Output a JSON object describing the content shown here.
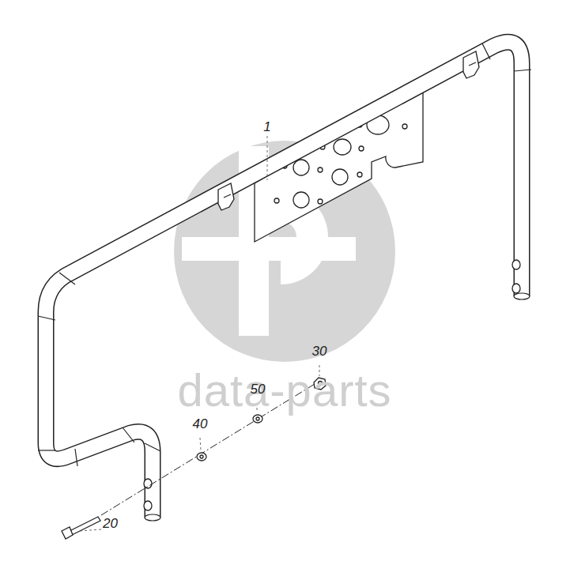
{
  "diagram": {
    "labels": [
      "data-parts",
      "1",
      "20",
      "30",
      "40",
      "50"
    ]
  }
}
